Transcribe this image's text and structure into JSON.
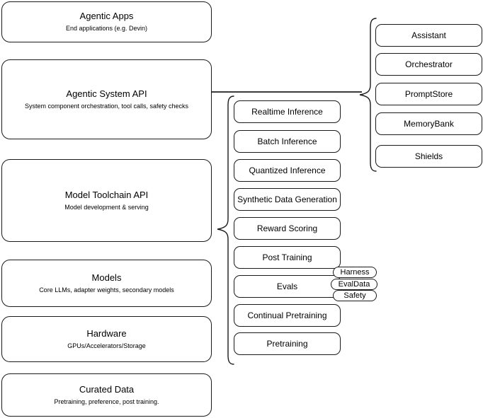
{
  "diagram": {
    "title": "Agentic AI stack layers",
    "stroke_color": "#1a1a1a",
    "background_color": "#ffffff"
  },
  "stack_layers": [
    {
      "id": "agentic-apps",
      "title": "Agentic Apps",
      "subtitle": "End applications (e.g. Devin)"
    },
    {
      "id": "agentic-system-api",
      "title": "Agentic System API",
      "subtitle": "System component orchestration, tool calls, safety checks"
    },
    {
      "id": "model-toolchain-api",
      "title": "Model Toolchain API",
      "subtitle": "Model development & serving"
    },
    {
      "id": "models",
      "title": "Models",
      "subtitle": "Core LLMs, adapter weights, secondary models"
    },
    {
      "id": "hardware",
      "title": "Hardware",
      "subtitle": "GPUs/Accelerators/Storage"
    },
    {
      "id": "curated-data",
      "title": "Curated Data",
      "subtitle": "Pretraining, preference, post training."
    }
  ],
  "toolchain_components": [
    {
      "id": "realtime-inference",
      "label": "Realtime Inference"
    },
    {
      "id": "batch-inference",
      "label": "Batch Inference"
    },
    {
      "id": "quantized-inference",
      "label": "Quantized Inference"
    },
    {
      "id": "synthetic-data-generation",
      "label": "Synthetic Data Generation"
    },
    {
      "id": "reward-scoring",
      "label": "Reward Scoring"
    },
    {
      "id": "post-training",
      "label": "Post Training"
    },
    {
      "id": "evals",
      "label": "Evals"
    },
    {
      "id": "continual-pretraining",
      "label": "Continual Pretraining"
    },
    {
      "id": "pretraining",
      "label": "Pretraining"
    }
  ],
  "evals_subcomponents": [
    {
      "id": "harness",
      "label": "Harness"
    },
    {
      "id": "evaldata",
      "label": "EvalData"
    },
    {
      "id": "safety",
      "label": "Safety"
    }
  ],
  "agentic_system_components": [
    {
      "id": "assistant",
      "label": "Assistant"
    },
    {
      "id": "orchestrator",
      "label": "Orchestrator"
    },
    {
      "id": "promptstore",
      "label": "PromptStore"
    },
    {
      "id": "memorybank",
      "label": "MemoryBank"
    },
    {
      "id": "shields",
      "label": "Shields"
    }
  ]
}
